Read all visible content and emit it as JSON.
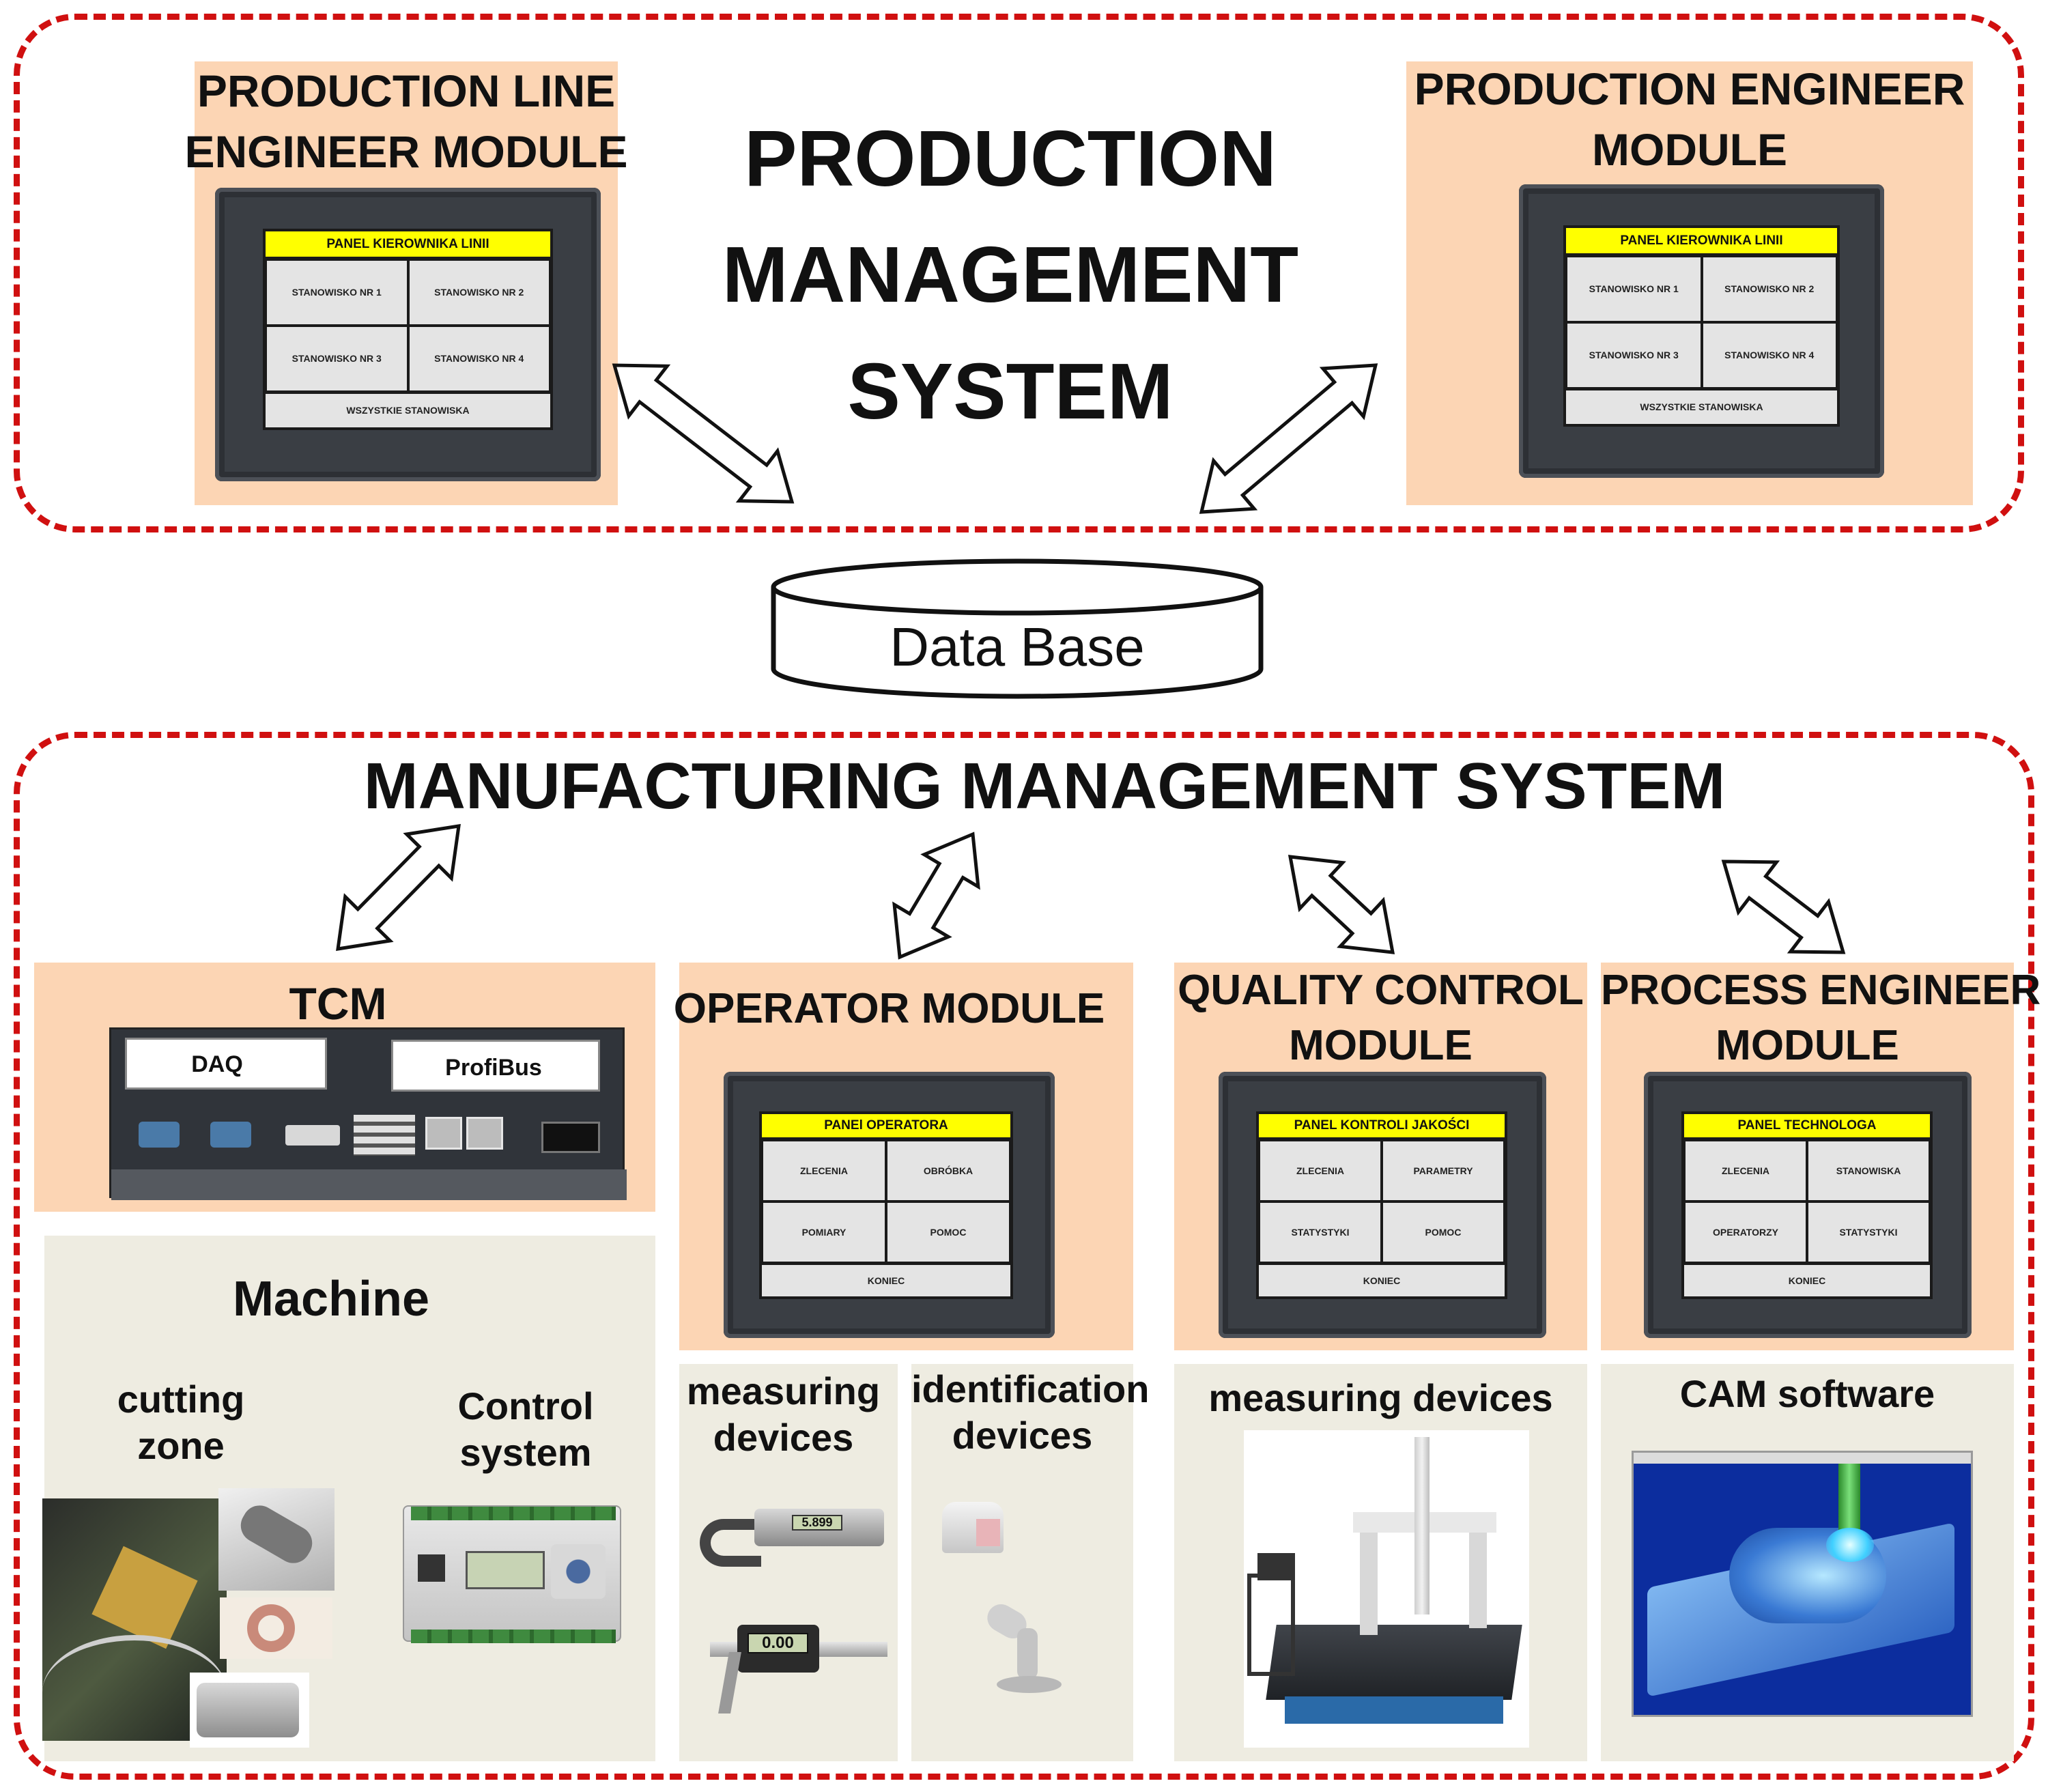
{
  "pms": {
    "title_lines": [
      "PRODUCTION",
      "MANAGEMENT",
      "SYSTEM"
    ],
    "left_module": {
      "title_lines": [
        "PRODUCTION LINE",
        "ENGINEER MODULE"
      ],
      "panel": {
        "header": "PANEL KIEROWNIKA LINII",
        "cells": [
          "STANOWISKO NR 1",
          "STANOWISKO NR 2",
          "STANOWISKO NR 3",
          "STANOWISKO NR 4"
        ],
        "footer": "WSZYSTKIE STANOWISKA"
      }
    },
    "right_module": {
      "title_lines": [
        "PRODUCTION ENGINEER",
        "MODULE"
      ],
      "panel": {
        "header": "PANEL KIEROWNIKA LINII",
        "cells": [
          "STANOWISKO NR 1",
          "STANOWISKO NR 2",
          "STANOWISKO NR 3",
          "STANOWISKO NR 4"
        ],
        "footer": "WSZYSTKIE STANOWISKA"
      }
    }
  },
  "database": {
    "label": "Data Base"
  },
  "mms": {
    "title": "MANUFACTURING MANAGEMENT SYSTEM",
    "tcm": {
      "title": "TCM",
      "daq": "DAQ",
      "profibus": "ProfiBus"
    },
    "operator": {
      "title": "OPERATOR MODULE",
      "panel": {
        "header": "PANEl OPERATORA",
        "cells": [
          "ZLECENIA",
          "OBRÓBKA",
          "POMIARY",
          "POMOC"
        ],
        "footer": "KONIEC"
      }
    },
    "quality": {
      "title_lines": [
        "QUALITY CONTROL",
        "MODULE"
      ],
      "panel": {
        "header": "PANEL KONTROLI JAKOŚCI",
        "cells": [
          "ZLECENIA",
          "PARAMETRY",
          "STATYSTYKI",
          "POMOC"
        ],
        "footer": "KONIEC"
      }
    },
    "process": {
      "title_lines": [
        "PROCESS ENGINEER",
        "MODULE"
      ],
      "panel": {
        "header": "PANEL TECHNOLOGA",
        "cells": [
          "ZLECENIA",
          "STANOWISKA",
          "OPERATORZY",
          "STATYSTYKI"
        ],
        "footer": "KONIEC"
      }
    },
    "machine": {
      "title": "Machine",
      "cutting_zone_lines": [
        "cutting",
        "zone"
      ],
      "control_system_lines": [
        "Control",
        "system"
      ]
    },
    "measuring_left_lines": [
      "measuring",
      "devices"
    ],
    "identification_lines": [
      "identification",
      "devices"
    ],
    "measuring_right": "measuring devices",
    "cam": "CAM software",
    "micrometer_readout": "5.899",
    "caliper_readout": "0.00"
  },
  "colors": {
    "dash": "#d01010",
    "module_fill": "#fcd5b4",
    "device_fill": "#eeece1",
    "screen_header": "#ffff00"
  }
}
